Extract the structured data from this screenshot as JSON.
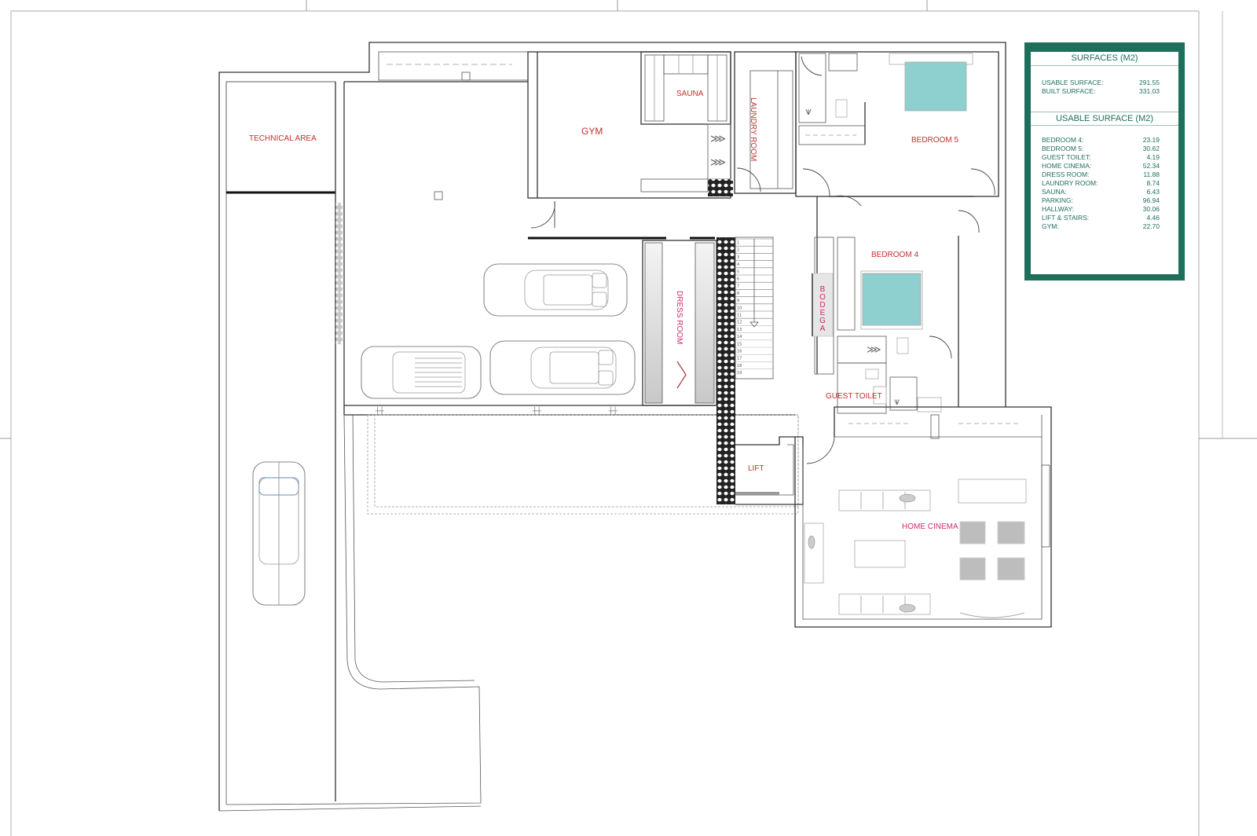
{
  "plan": {
    "rooms": {
      "technical_area": "TECHNICAL AREA",
      "gym": "GYM",
      "sauna": "SAUNA",
      "laundry_room": "LAUNDRY ROOM",
      "bedroom_5": "BEDROOM 5",
      "bedroom_4": "BEDROOM 4",
      "bodega": "BODEGA",
      "dress_room": "DRESS ROOM",
      "guest_toilet": "GUEST TOILET",
      "lift": "LIFT",
      "home_cinema": "HOME CINEMA"
    },
    "stair_steps": [
      "1",
      "2",
      "3",
      "4",
      "5",
      "6",
      "7",
      "8",
      "9",
      "10",
      "11",
      "12",
      "13",
      "14",
      "15",
      "16",
      "17",
      "18",
      "19"
    ],
    "colors": {
      "label_red": "#c0312e",
      "label_pink": "#d02a6a",
      "table_green": "#1e6e5c",
      "bed_teal": "#8ecfcf"
    }
  },
  "surfaces": {
    "title": "SURFACES (M2)",
    "summary": [
      {
        "label": "USABLE SURFACE:",
        "value": "291.55"
      },
      {
        "label": "BUILT SURFACE:",
        "value": "331.03"
      }
    ],
    "usable_title": "USABLE SURFACE (M2)",
    "usable": [
      {
        "label": "BEDROOM 4:",
        "value": "23.19"
      },
      {
        "label": "BEDROOM 5:",
        "value": "30.62"
      },
      {
        "label": "GUEST TOILET:",
        "value": "4.19"
      },
      {
        "label": "HOME CINEMA:",
        "value": "52.34"
      },
      {
        "label": "DRESS ROOM:",
        "value": "11.88"
      },
      {
        "label": "LAUNDRY ROOM:",
        "value": "8.74"
      },
      {
        "label": "SAUNA:",
        "value": "6.43"
      },
      {
        "label": "PARKING:",
        "value": "96.94"
      },
      {
        "label": "HALLWAY:",
        "value": "30.06"
      },
      {
        "label": "LIFT & STAIRS:",
        "value": "4.46"
      },
      {
        "label": "GYM:",
        "value": "22.70"
      }
    ]
  }
}
